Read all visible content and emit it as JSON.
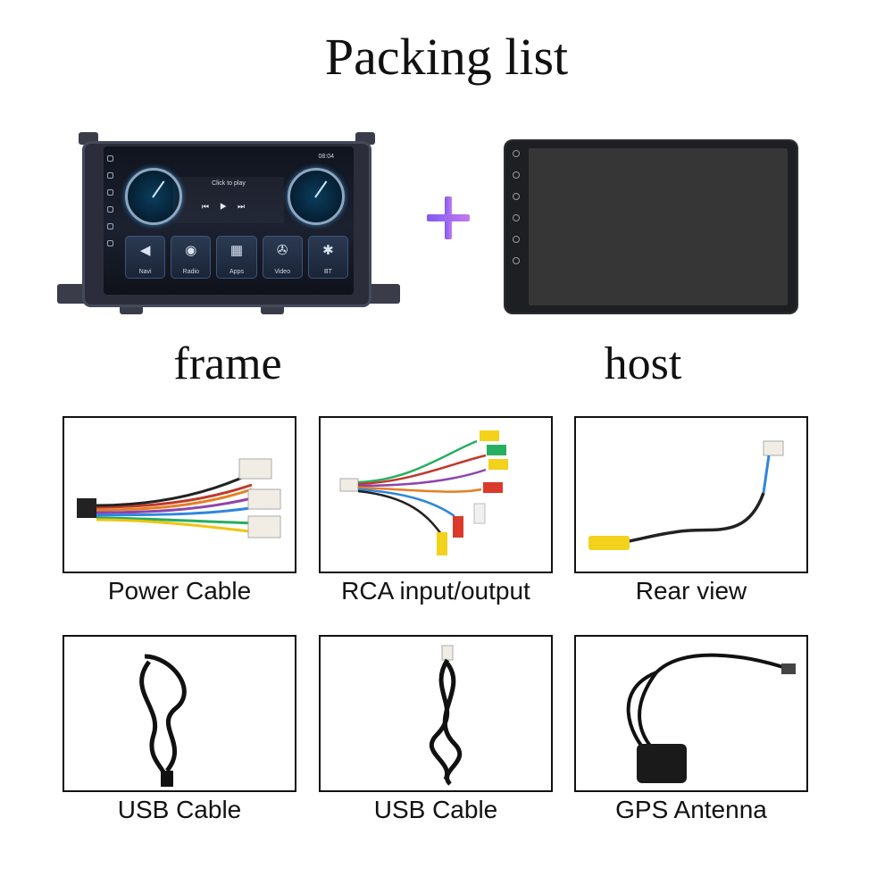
{
  "page": {
    "title": "Packing list",
    "frame_caption": "frame",
    "host_caption": "host",
    "plus_symbol": "+"
  },
  "frame_screen": {
    "time": "08:04",
    "player_text": "Click to play",
    "apps": [
      {
        "label": "Navi",
        "icon": "navigation-icon"
      },
      {
        "label": "Radio",
        "icon": "radio-icon"
      },
      {
        "label": "Apps",
        "icon": "apps-grid-icon"
      },
      {
        "label": "Video",
        "icon": "video-reel-icon"
      },
      {
        "label": "BT",
        "icon": "bluetooth-icon"
      }
    ]
  },
  "items": [
    {
      "label": "Power Cable",
      "icon": "power-cable-icon"
    },
    {
      "label": "RCA input/output",
      "icon": "rca-cable-icon"
    },
    {
      "label": "Rear view",
      "icon": "rear-view-cable-icon"
    },
    {
      "label": "USB Cable",
      "icon": "usb-cable-icon"
    },
    {
      "label": "USB Cable",
      "icon": "usb-cable-icon"
    },
    {
      "label": "GPS Antenna",
      "icon": "gps-antenna-icon"
    }
  ],
  "colors": {
    "plus_accent": "#9b6cf0",
    "rca_yellow": "#f2d21a",
    "rca_red": "#d93a2b",
    "rca_white": "#f0f0f0"
  }
}
